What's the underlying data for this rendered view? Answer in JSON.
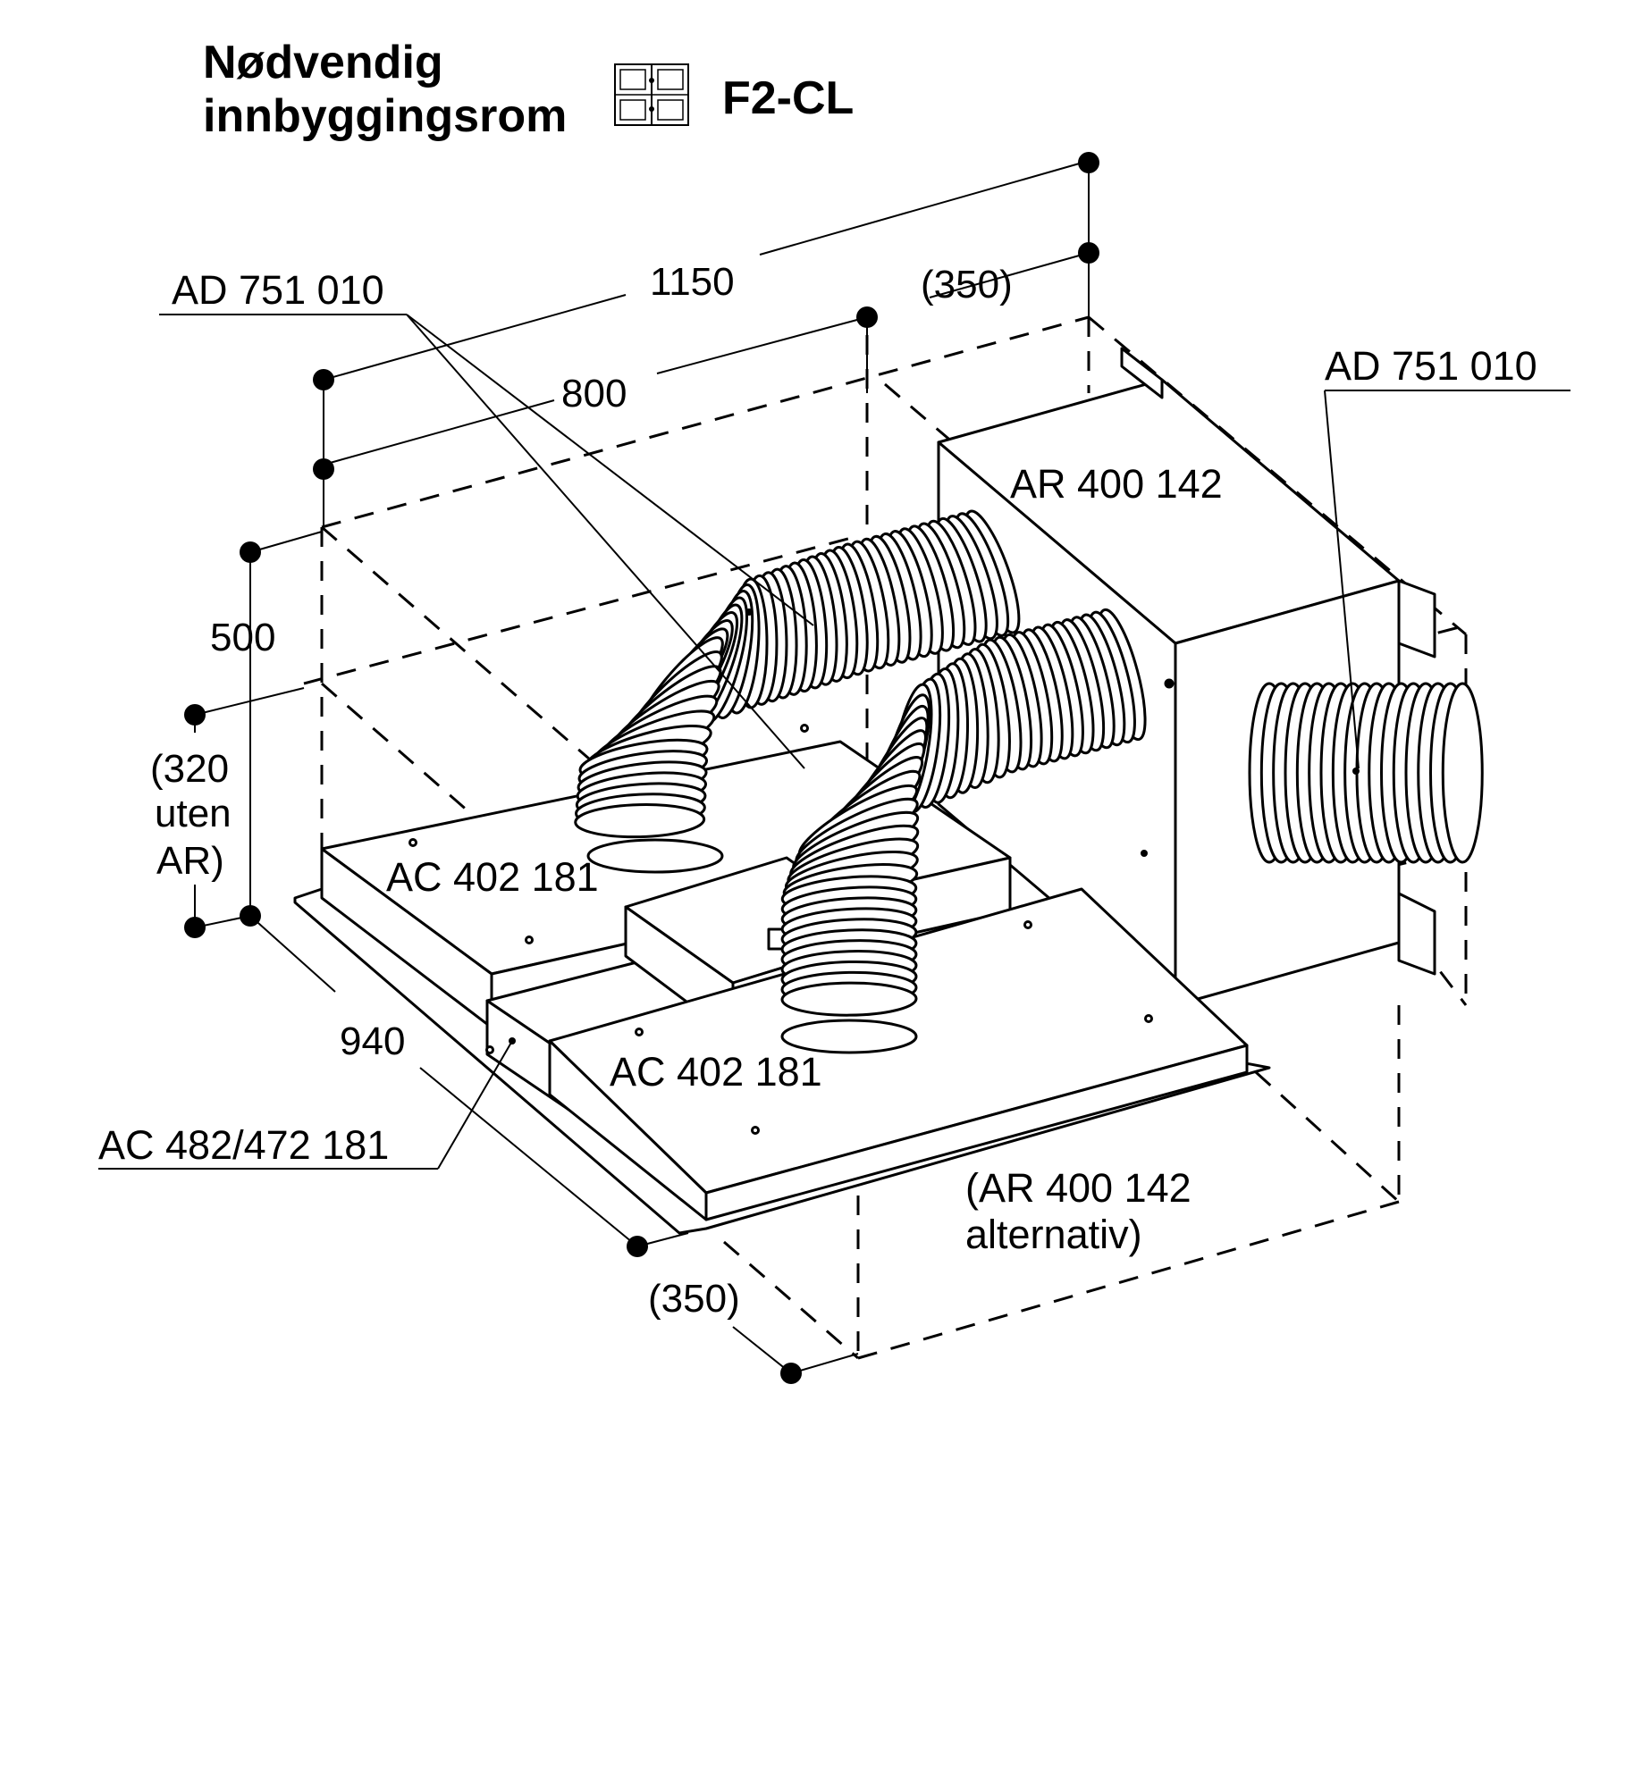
{
  "heading": {
    "line1": "Nødvendig",
    "line2": "innbyggingsrom"
  },
  "model": {
    "label": "F2-CL",
    "icon": "hob-four-zone-icon"
  },
  "dimensions": {
    "width": "1150",
    "depth_inner": "800",
    "top_offset": "(350)",
    "height": "500",
    "height_note": [
      "(320",
      "uten",
      "AR)"
    ],
    "front_depth": "940",
    "front_offset": "(350)"
  },
  "parts": {
    "duct_left": "AD 751 010",
    "duct_right": "AD 751 010",
    "recirc_box": "AR 400 142",
    "filter_left": "AC 402 181",
    "filter_right": "AC 402 181",
    "center_unit": "AC 482/472 181",
    "alt_line1": "(AR 400 142",
    "alt_line2": "alternativ)"
  },
  "colors": {
    "stroke": "#000000",
    "fill": "#ffffff",
    "face": "#f4f4f4"
  }
}
